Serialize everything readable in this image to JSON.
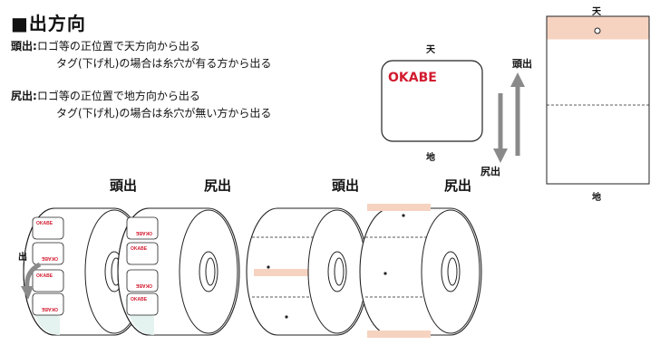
{
  "title": "■出方向",
  "head_out": {
    "term": "頭出",
    "colon": ":",
    "line1": "ロゴ等の正位置で天方向から出る",
    "line2": "タグ(下げ札)の場合は糸穴が有る方から出る"
  },
  "tail_out": {
    "term": "尻出",
    "colon": ":",
    "line1": "ロゴ等の正位置で地方向から出る",
    "line2": "タグ(下げ札)の場合は糸穴が無い方から出る"
  },
  "label_diagram": {
    "top": "天",
    "bottom": "地",
    "logo": "OKABE",
    "arrow_up_label": "頭出",
    "arrow_down_label": "尻出"
  },
  "tag_diagram": {
    "top": "天",
    "bottom": "地"
  },
  "rolls": [
    {
      "title": "頭出",
      "type": "label",
      "logo": "OKABE"
    },
    {
      "title": "尻出",
      "type": "label",
      "logo": "OKABE"
    },
    {
      "title": "頭出",
      "type": "tag"
    },
    {
      "title": "尻出",
      "type": "tag"
    }
  ],
  "side_arrow_label": "出",
  "colors": {
    "accent_red": "#d21b2f",
    "tag_band": "#f6d3c1",
    "arrow_grey": "#8a8a8a"
  }
}
